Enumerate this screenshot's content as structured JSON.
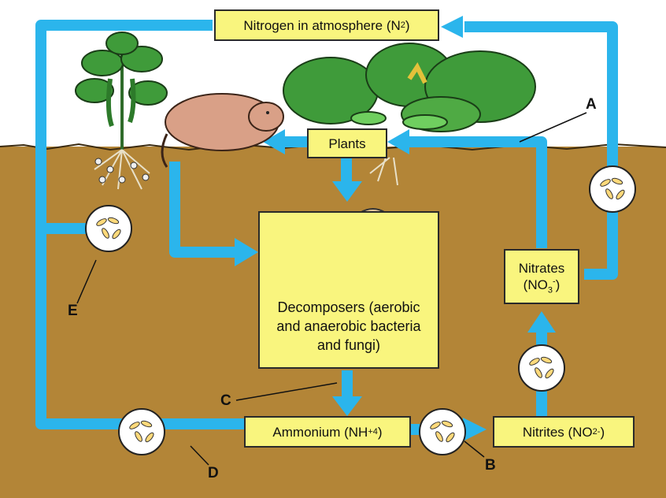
{
  "title_box": {
    "text": "Nitrogen in atmosphere (N",
    "sub": "2",
    "tail": ")"
  },
  "plants_box": {
    "text": "Plants"
  },
  "decomposers_box": {
    "text": "Decomposers (aerobic and anaerobic bacteria and fungi)"
  },
  "nitrates_box": {
    "line1": "Nitrates",
    "line2_pre": "(NO",
    "sub": "3",
    "sup": "-",
    "tail": ")"
  },
  "ammonium_box": {
    "text": "Ammonium (NH",
    "sub": "4",
    "sup": "+",
    "tail": ")"
  },
  "nitrites_box": {
    "text": "Nitrites (NO",
    "sub": "2",
    "sup": "-",
    "tail": ")"
  },
  "labels": {
    "a": "A",
    "b": "B",
    "c": "C",
    "d": "D",
    "e": "E"
  },
  "colors": {
    "soil": "#b38537",
    "arrow": "#2bb5ec",
    "box": "#f9f57e",
    "leaf": "#3f9b3a",
    "mole": "#d9a087"
  }
}
